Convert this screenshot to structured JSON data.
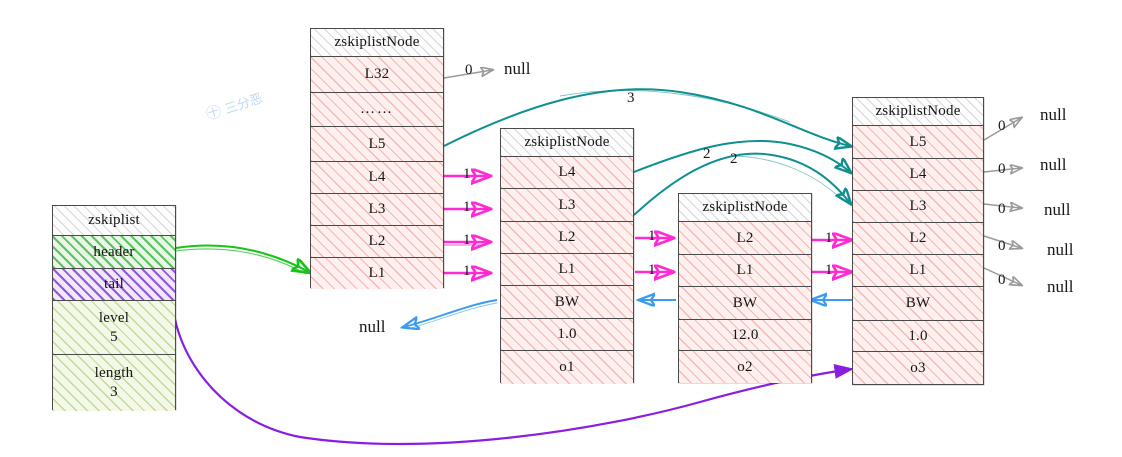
{
  "diagram": {
    "title": "Redis zskiplist structure diagram",
    "background": "#ffffff",
    "watermark": "三分恶",
    "colors": {
      "box_border": "#4a4a4a",
      "forward_level_arrow": "#ff2ad4",
      "high_level_arrow": "#0f8f8f",
      "null_arrow": "#9a9a9a",
      "backward_arrow": "#3a9bf0",
      "header_arrow": "#19c319",
      "tail_arrow": "#8a1ee0",
      "header_fill": "#2daf37",
      "tail_fill": "#7d32d7",
      "level_fill": "#96c355",
      "node_fill": "#e8786e"
    }
  },
  "zskiplist": {
    "name": "zskiplist",
    "fields": [
      {
        "label": "header"
      },
      {
        "label": "tail"
      },
      {
        "label": "level",
        "value": "5"
      },
      {
        "label": "length",
        "value": "3"
      }
    ]
  },
  "nodes": [
    {
      "id": "header-node",
      "title": "zskiplistNode",
      "rows": [
        "L32",
        "……",
        "L5",
        "L4",
        "L3",
        "L2",
        "L1"
      ]
    },
    {
      "id": "node-o1",
      "title": "zskiplistNode",
      "rows": [
        "L4",
        "L3",
        "L2",
        "L1",
        "BW",
        "1.0",
        "o1"
      ]
    },
    {
      "id": "node-o2",
      "title": "zskiplistNode",
      "rows": [
        "L2",
        "L1",
        "BW",
        "12.0",
        "o2"
      ]
    },
    {
      "id": "node-o3",
      "title": "zskiplistNode",
      "rows": [
        "L5",
        "L4",
        "L3",
        "L2",
        "L1",
        "BW",
        "1.0",
        "o3"
      ]
    }
  ],
  "span_labels": {
    "header_l32_null": "0",
    "header_to_o1": [
      "1",
      "1",
      "1",
      "1"
    ],
    "header_l5_to_o3": "3",
    "o1_l4_to_o3": "2",
    "o1_l3_to_o3": "2",
    "o1_to_o2": [
      "1",
      "1"
    ],
    "o2_to_o3": [
      "1",
      "1"
    ],
    "o3_to_null": [
      "0",
      "0",
      "0",
      "0",
      "0"
    ]
  },
  "null_labels": {
    "header_l32": "null",
    "o1_backward": "null",
    "o3_l5": "null",
    "o3_l4": "null",
    "o3_l3": "null",
    "o3_l2": "null",
    "o3_l1": "null"
  },
  "chart_data": {
    "type": "diagram",
    "title": "Redis zskiplist / zskiplistNode layout",
    "structure": {
      "zskiplist": {
        "header": "pointer to header node",
        "tail": "pointer to o3 node",
        "level": 5,
        "length": 3
      },
      "levels": 32,
      "nodes": [
        {
          "obj": "header",
          "score": null,
          "levels": [
            "L32",
            "L5",
            "L4",
            "L3",
            "L2",
            "L1"
          ]
        },
        {
          "obj": "o1",
          "score": "1.0",
          "levels": [
            "L4",
            "L3",
            "L2",
            "L1"
          ],
          "backward": "null"
        },
        {
          "obj": "o2",
          "score": "12.0",
          "levels": [
            "L2",
            "L1"
          ],
          "backward": "o1"
        },
        {
          "obj": "o3",
          "score": "1.0",
          "levels": [
            "L5",
            "L4",
            "L3",
            "L2",
            "L1"
          ],
          "backward": "o2"
        }
      ],
      "spans": {
        "header->o1": [
          1,
          1,
          1,
          1
        ],
        "header->o3 (L5)": 3,
        "o1->o3 (L4)": 2,
        "o1->o3 (L3)": 2,
        "o1->o2": [
          1,
          1
        ],
        "o2->o3": [
          1,
          1
        ],
        "o3->null": [
          0,
          0,
          0,
          0,
          0
        ],
        "header L32->null": 0
      }
    }
  }
}
